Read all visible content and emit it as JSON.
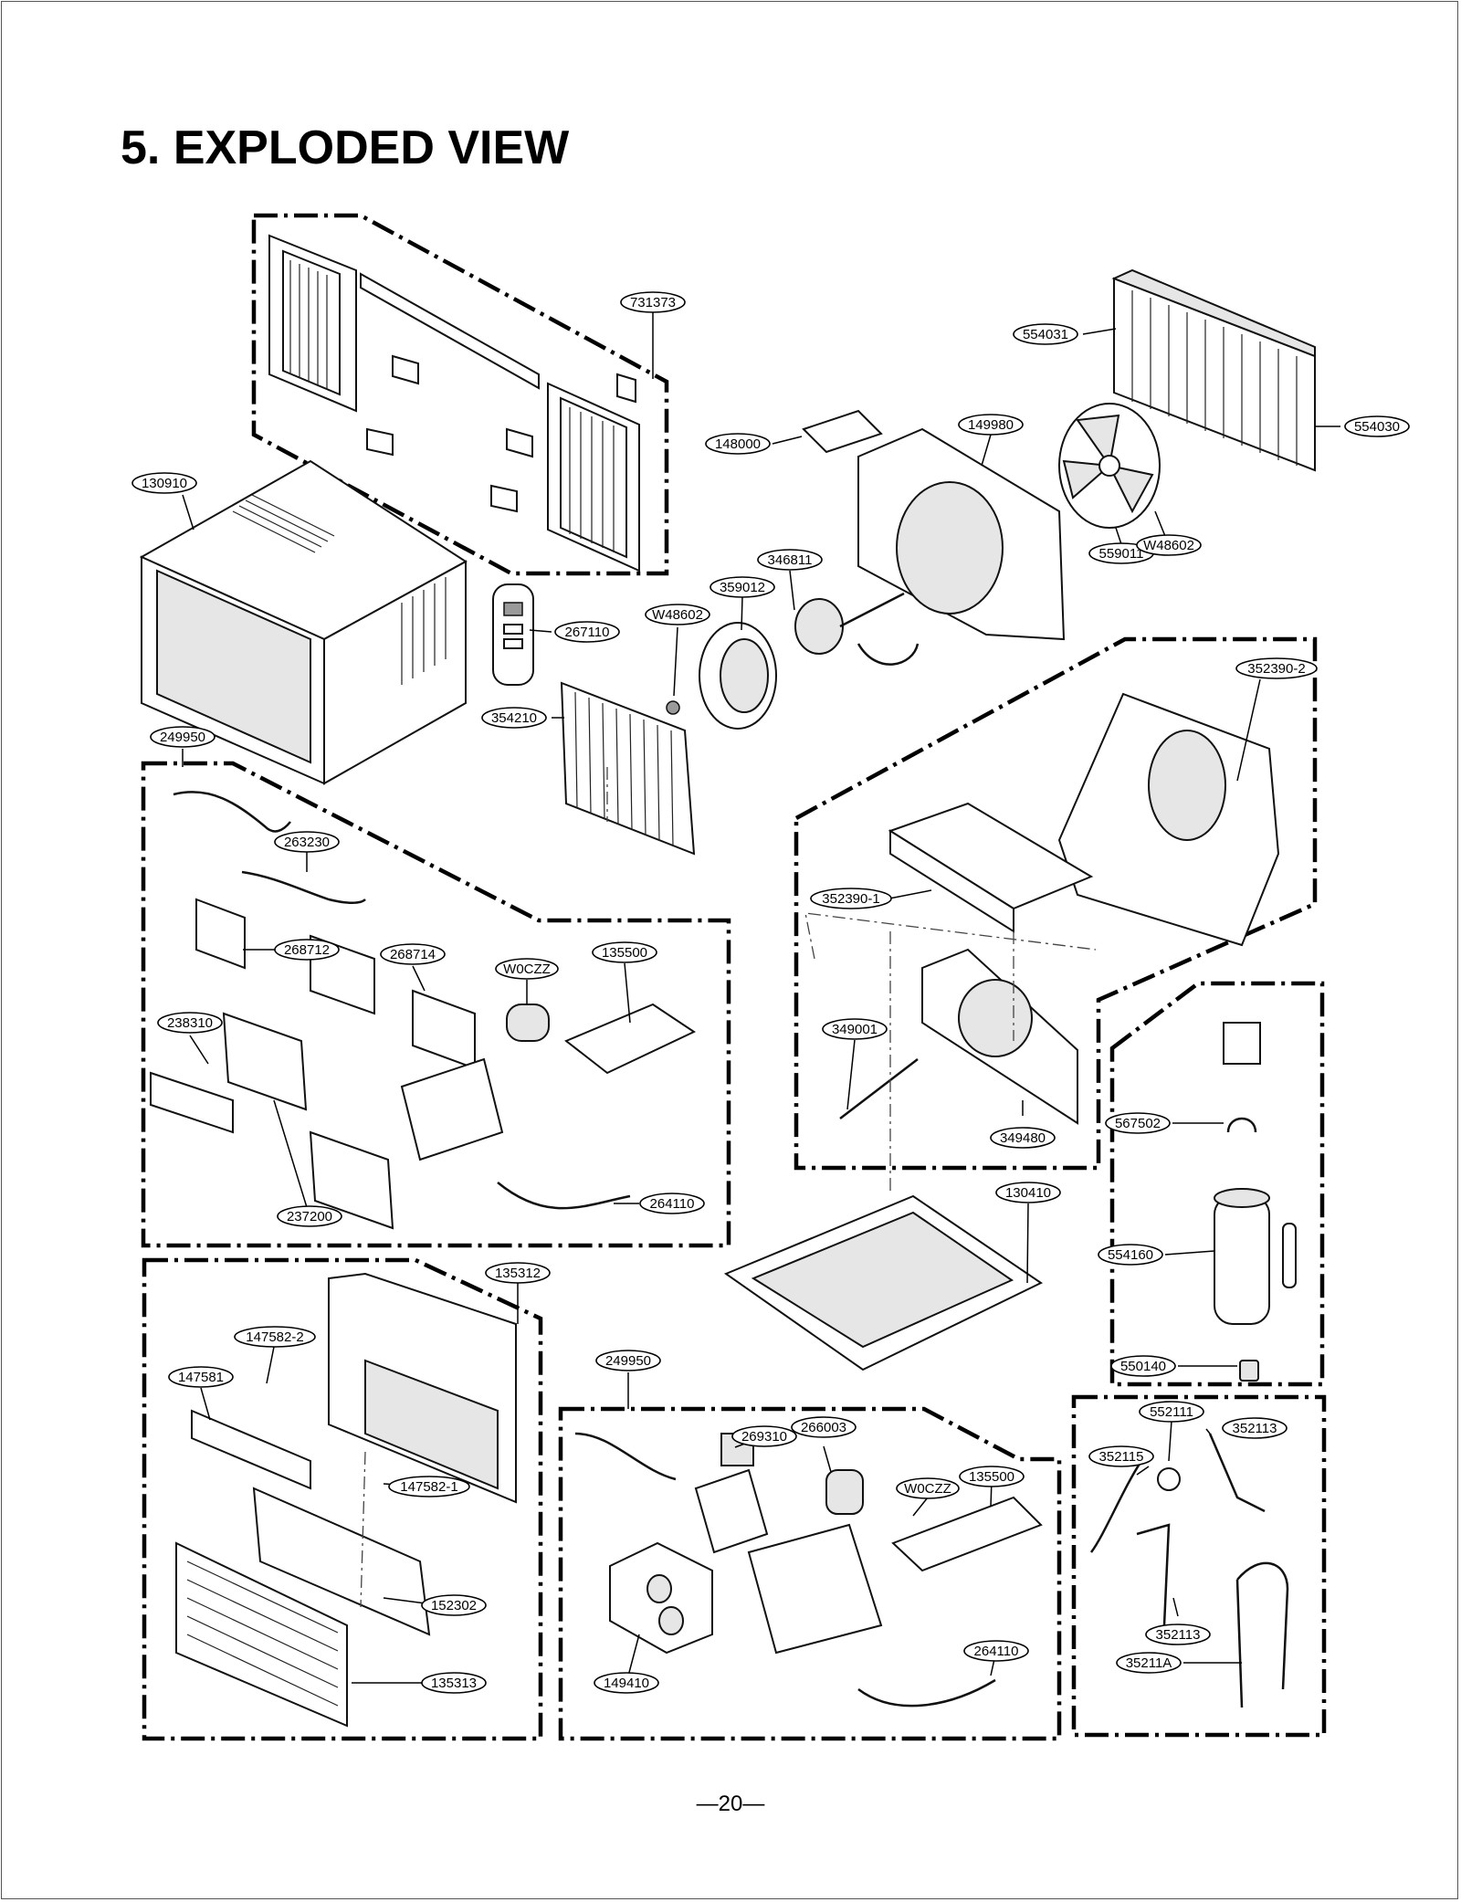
{
  "page": {
    "title": "5. EXPLODED VIEW",
    "page_number": "—20—"
  },
  "part_labels": [
    "731373",
    "554031",
    "554030",
    "148000",
    "149980",
    "130910",
    "346811",
    "W48602",
    "559011",
    "359012",
    "W48602",
    "267110",
    "352390-2",
    "354210",
    "249950",
    "263230",
    "352390-1",
    "268712",
    "268714",
    "W0CZZ",
    "135500",
    "349001",
    "238310",
    "567502",
    "349480",
    "130410",
    "264110",
    "237200",
    "554160",
    "135312",
    "147582-2",
    "147581",
    "249950",
    "550140",
    "552111",
    "352113",
    "269310",
    "266003",
    "352115",
    "W0CZZ",
    "135500",
    "147582-1",
    "152302",
    "352113",
    "264110",
    "35211A",
    "135313",
    "149410"
  ]
}
